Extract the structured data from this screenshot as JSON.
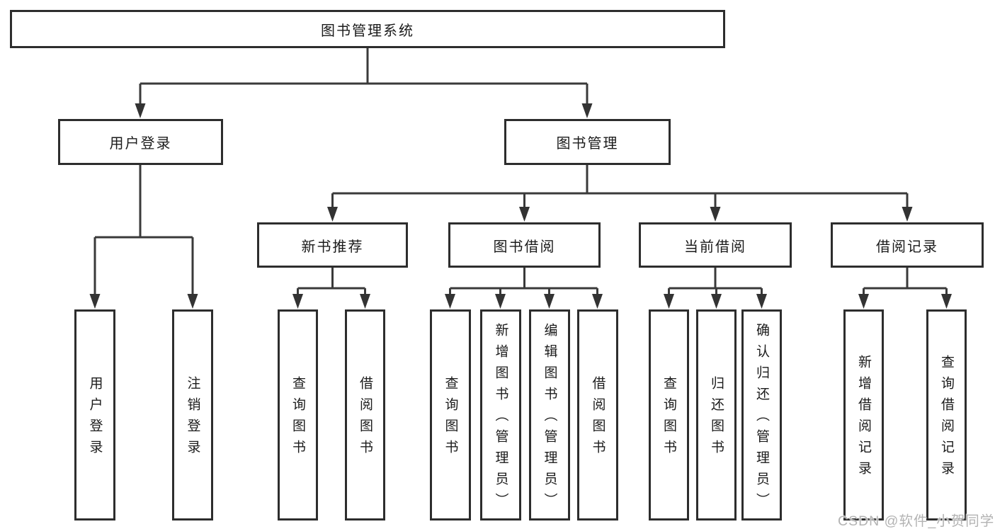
{
  "diagram": {
    "root": {
      "label": "图书管理系统"
    },
    "branches": [
      {
        "label": "用户登录",
        "leaves": [
          {
            "label": "用户登录"
          },
          {
            "label": "注销登录"
          }
        ]
      },
      {
        "label": "图书管理",
        "groups": [
          {
            "label": "新书推荐",
            "leaves": [
              {
                "label": "查询图书"
              },
              {
                "label": "借阅图书"
              }
            ]
          },
          {
            "label": "图书借阅",
            "leaves": [
              {
                "label": "查询图书"
              },
              {
                "label": "新增图书（管理员）"
              },
              {
                "label": "编辑图书（管理员）"
              },
              {
                "label": "借阅图书"
              }
            ]
          },
          {
            "label": "当前借阅",
            "leaves": [
              {
                "label": "查询图书"
              },
              {
                "label": "归还图书"
              },
              {
                "label": "确认归还（管理员）"
              }
            ]
          },
          {
            "label": "借阅记录",
            "leaves": [
              {
                "label": "新增借阅记录"
              },
              {
                "label": "查询借阅记录"
              }
            ]
          }
        ]
      }
    ],
    "watermark": "CSDN @软件_小贺同学",
    "colors": {
      "line": "#3a3a3a",
      "border": "#2d2d2d",
      "text": "#1b1b1b",
      "watermark": "#b3b3b3"
    }
  }
}
